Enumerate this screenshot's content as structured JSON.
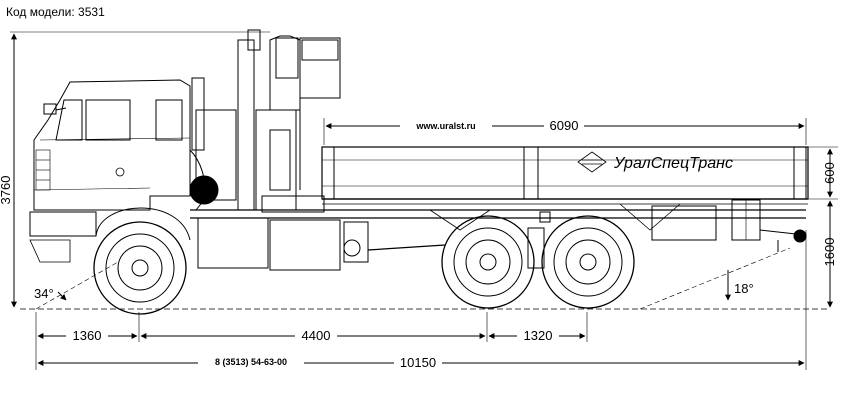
{
  "header": {
    "model_code": "Код модели: 3531"
  },
  "dimensions": {
    "height_total": "3760",
    "platform_side_height": "600",
    "platform_floor_height": "1600",
    "platform_length": "6090",
    "front_overhang": "1360",
    "wheelbase": "4400",
    "rear_axle_spacing": "1320",
    "overall_length": "10150",
    "approach_angle": "34°",
    "departure_angle": "18°"
  },
  "labels": {
    "website": "www.uralst.ru",
    "phone": "8 (3513) 54-63-00",
    "brand": "УралСпецТранс"
  }
}
